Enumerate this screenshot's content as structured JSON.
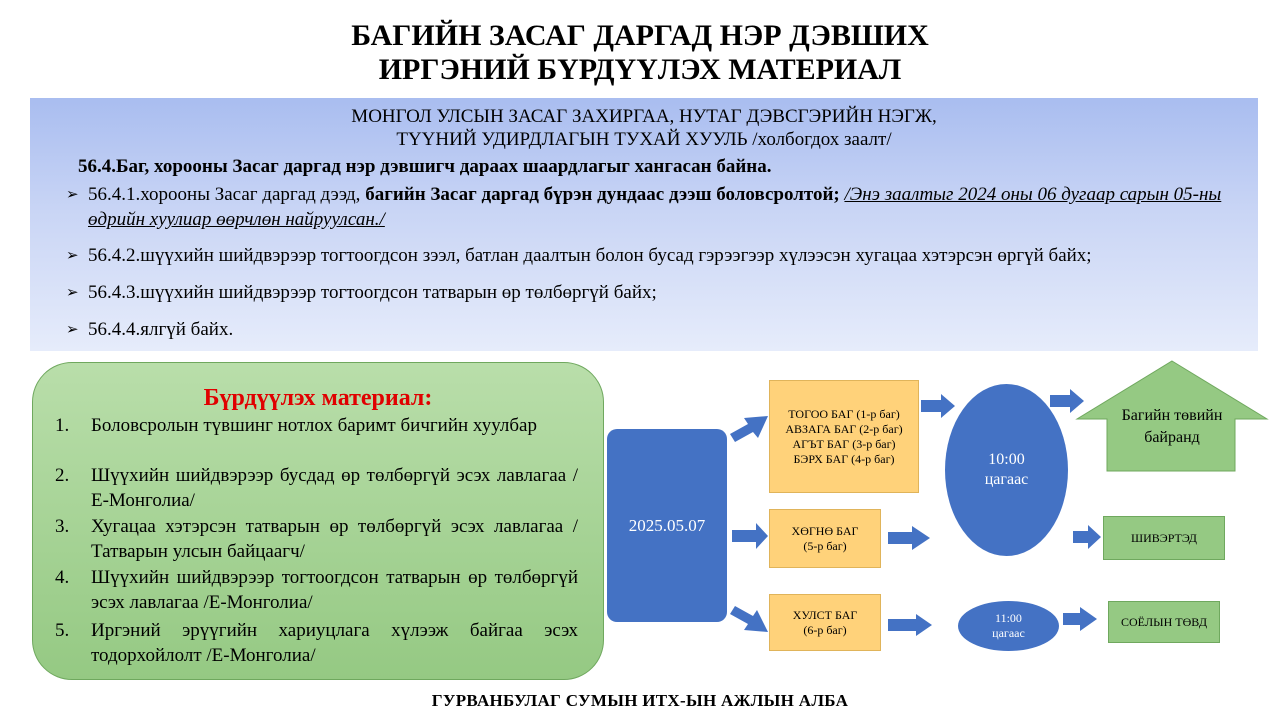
{
  "slide": {
    "title_line1": "БАГИЙН ЗАСАГ ДАРГАД НЭР ДЭВШИХ",
    "title_line2": "ИРГЭНИЙ БҮРДҮҮЛЭХ МАТЕРИАЛ",
    "footer": "ГУРВАНБУЛАГ СУМЫН ИТХ-ЫН АЖЛЫН АЛБА"
  },
  "law": {
    "heading_line1": "МОНГОЛ УЛСЫН ЗАСАГ ЗАХИРГАА, НУТАГ ДЭВСГЭРИЙН НЭГЖ,",
    "heading_line2": "ТҮҮНИЙ УДИРДЛАГЫН ТУХАЙ ХУУЛЬ /холбогдох заалт/",
    "clause": "56.4.Баг, хорооны Засаг даргад нэр дэвшигч дараах шаардлагыг хангасан байна.",
    "bullet_icon": "arrowhead-bullet-icon",
    "item1_a": " 56.4.1.хорооны Засаг даргад дээд, ",
    "item1_b": "багийн Засаг даргад бүрэн дундаас дээш боловсролтой;",
    "item1_c": " ",
    "item1_d": "/Энэ заалтыг 2024 оны 06 дугаар сарын 05-ны өдрийн хуулиар өөрчлөн найруулсан./",
    "item2": "56.4.2.шүүхийн шийдвэрээр тогтоогдсон зээл, батлан даалтын болон бусад гэрээгээр хүлээсэн хугацаа хэтэрсэн өргүй байх;",
    "item3": "56.4.3.шүүхийн шийдвэрээр тогтоогдсон татварын өр төлбөргүй байх;",
    "item4": "56.4.4.ялгүй байх."
  },
  "materials": {
    "title": "Бүрдүүлэх материал:",
    "items": [
      {
        "num": "1.",
        "text": "Боловсролын түвшинг нотлох баримт бичгийн хуулбар"
      },
      {
        "num": "2.",
        "text": "Шүүхийн шийдвэрээр бусдад өр төлбөргүй эсэх лавлагаа /Е-Монголиа/"
      },
      {
        "num": "3.",
        "text": "Хугацаа хэтэрсэн татварын өр төлбөргүй эсэх лавлагаа /Татварын улсын байцаагч/"
      },
      {
        "num": "4.",
        "text": "Шүүхийн шийдвэрээр тогтоогдсон татварын өр төлбөргүй эсэх лавлагаа /Е-Монголиа/"
      },
      {
        "num": "5.",
        "text": "Иргэний эрүүгийн хариуцлага хүлээж байгаа эсэх тодорхойлолт /Е-Монголиа/"
      }
    ]
  },
  "flow": {
    "date": "2025.05.07",
    "group1": [
      "ТОГОО БАГ (1-р баг)",
      "АВЗАГА БАГ (2-р баг)",
      "АГЪТ БАГ (3-р баг)",
      "БЭРХ БАГ (4-р баг)"
    ],
    "group2_line1": "ХӨГНӨ БАГ",
    "group2_line2": "(5-р баг)",
    "group3_line1": "ХУЛСТ БАГ",
    "group3_line2": "(6-р баг)",
    "time1_value": "10:00",
    "time1_suffix": "цагаас",
    "time2_value": "11:00",
    "time2_suffix": "цагаас",
    "place1_line1": "Багийн төвийн",
    "place1_line2": "байранд",
    "place2": "ШИВЭРТЭД",
    "place3": "СОЁЛЫН ТӨВД",
    "colors": {
      "blue": "#4472c4",
      "orange": "#ffd27a",
      "green": "#95c983",
      "red": "#e00000"
    }
  }
}
